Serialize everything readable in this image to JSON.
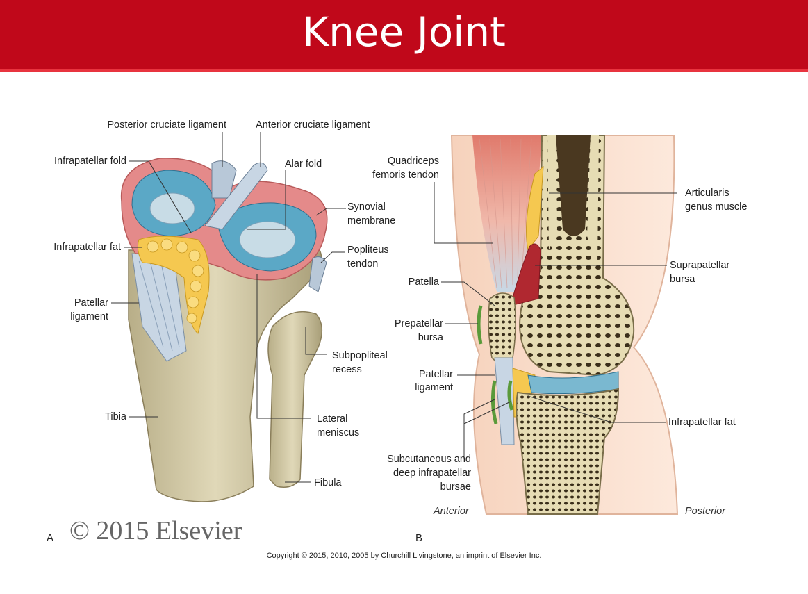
{
  "title": "Knee Joint",
  "colors": {
    "header": "#c0081a",
    "accent_line": "#e8343f",
    "bone": "#d8cfa8",
    "synovial": "#e48a8a",
    "meniscus": "#7ab8d0",
    "fat": "#f5c850",
    "ligament": "#c0d0e0",
    "muscle": "#e89080"
  },
  "figure_a": {
    "panel_letter": "A",
    "watermark": "© 2015 Elsevier",
    "labels": {
      "posterior_cruciate": "Posterior cruciate ligament",
      "anterior_cruciate": "Anterior cruciate ligament",
      "infrapatellar_fold": "Infrapatellar fold",
      "alar_fold": "Alar fold",
      "synovial_membrane_1": "Synovial",
      "synovial_membrane_2": "membrane",
      "infrapatellar_fat": "Infrapatellar fat",
      "popliteus_1": "Popliteus",
      "popliteus_2": "tendon",
      "patellar_lig_1": "Patellar",
      "patellar_lig_2": "ligament",
      "subpopliteal_1": "Subpopliteal",
      "subpopliteal_2": "recess",
      "tibia": "Tibia",
      "lateral_meniscus_1": "Lateral",
      "lateral_meniscus_2": "meniscus",
      "fibula": "Fibula"
    }
  },
  "figure_b": {
    "panel_letter": "B",
    "labels": {
      "quadriceps_1": "Quadriceps",
      "quadriceps_2": "femoris tendon",
      "articularis_1": "Articularis",
      "articularis_2": "genus muscle",
      "patella": "Patella",
      "suprapatellar_1": "Suprapatellar",
      "suprapatellar_2": "bursa",
      "prepatellar_1": "Prepatellar",
      "prepatellar_2": "bursa",
      "patellar_lig_1": "Patellar",
      "patellar_lig_2": "ligament",
      "infrapatellar_fat": "Infrapatellar fat",
      "subcutaneous_1": "Subcutaneous and",
      "subcutaneous_2": "deep infrapatellar",
      "subcutaneous_3": "bursae",
      "anterior": "Anterior",
      "posterior": "Posterior"
    }
  },
  "copyright": "Copyright © 2015, 2010, 2005 by Churchill Livingstone, an imprint of Elsevier Inc."
}
